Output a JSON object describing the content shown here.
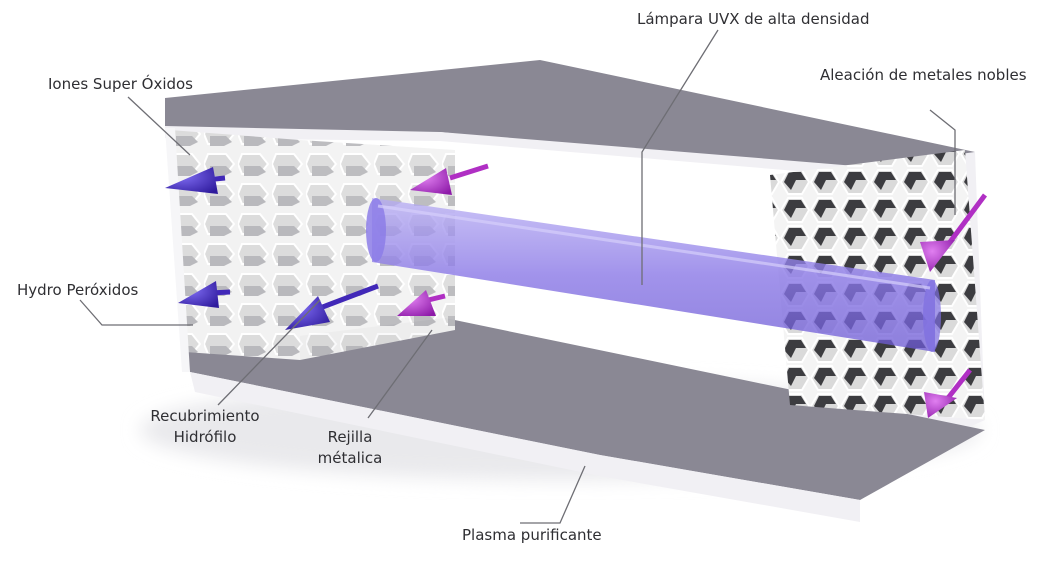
{
  "labels": {
    "lamp": "Lámpara UVX de alta densidad",
    "superoxide": "Iones Super Óxidos",
    "alloy": "Aleación de metales nobles",
    "peroxide": "Hydro Peróxidos",
    "coating_l1": "Recubrimiento",
    "coating_l2": "Hidrófilo",
    "grid_l1": "Rejilla",
    "grid_l2": "métalica",
    "plasma": "Plasma purificante"
  },
  "colors": {
    "panel": "#8a8894",
    "panel_edge": "#f1f0f4",
    "honeycomb_face": "#dcdcdc",
    "honeycomb_shadow": "#3c3c40",
    "lamp": "#8f7ee8",
    "ion_blue": "#4128b8",
    "ion_pink": "#b02fc4",
    "leader": "#6e6e74"
  }
}
